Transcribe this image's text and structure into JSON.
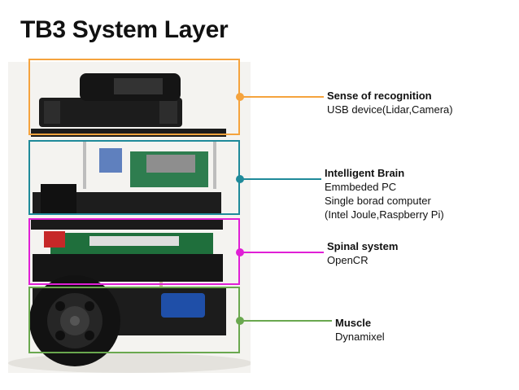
{
  "slide": {
    "title": "TB3 System Layer"
  },
  "layers": [
    {
      "id": "recognition",
      "color": "#f5a33d",
      "heading": "Sense of recognition",
      "lines": [
        "USB device(Lidar,Camera)"
      ]
    },
    {
      "id": "brain",
      "color": "#1f8a9a",
      "heading": "Intelligent Brain",
      "lines": [
        "Emmbeded PC",
        "Single borad computer",
        "(Intel Joule,Raspberry Pi)"
      ]
    },
    {
      "id": "spinal",
      "color": "#e01fd6",
      "heading": "Spinal system",
      "lines": [
        "OpenCR"
      ]
    },
    {
      "id": "muscle",
      "color": "#6aa84f",
      "heading": "Muscle",
      "lines": [
        "Dynamixel"
      ]
    }
  ]
}
